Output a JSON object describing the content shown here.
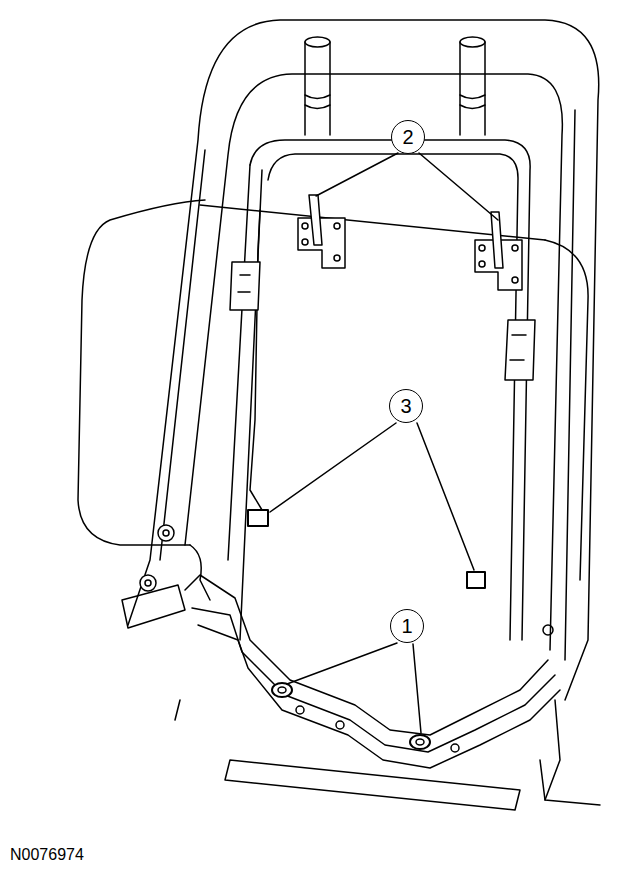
{
  "diagram": {
    "labels": [
      "2",
      "3",
      "1",
      "N0076974"
    ]
  }
}
